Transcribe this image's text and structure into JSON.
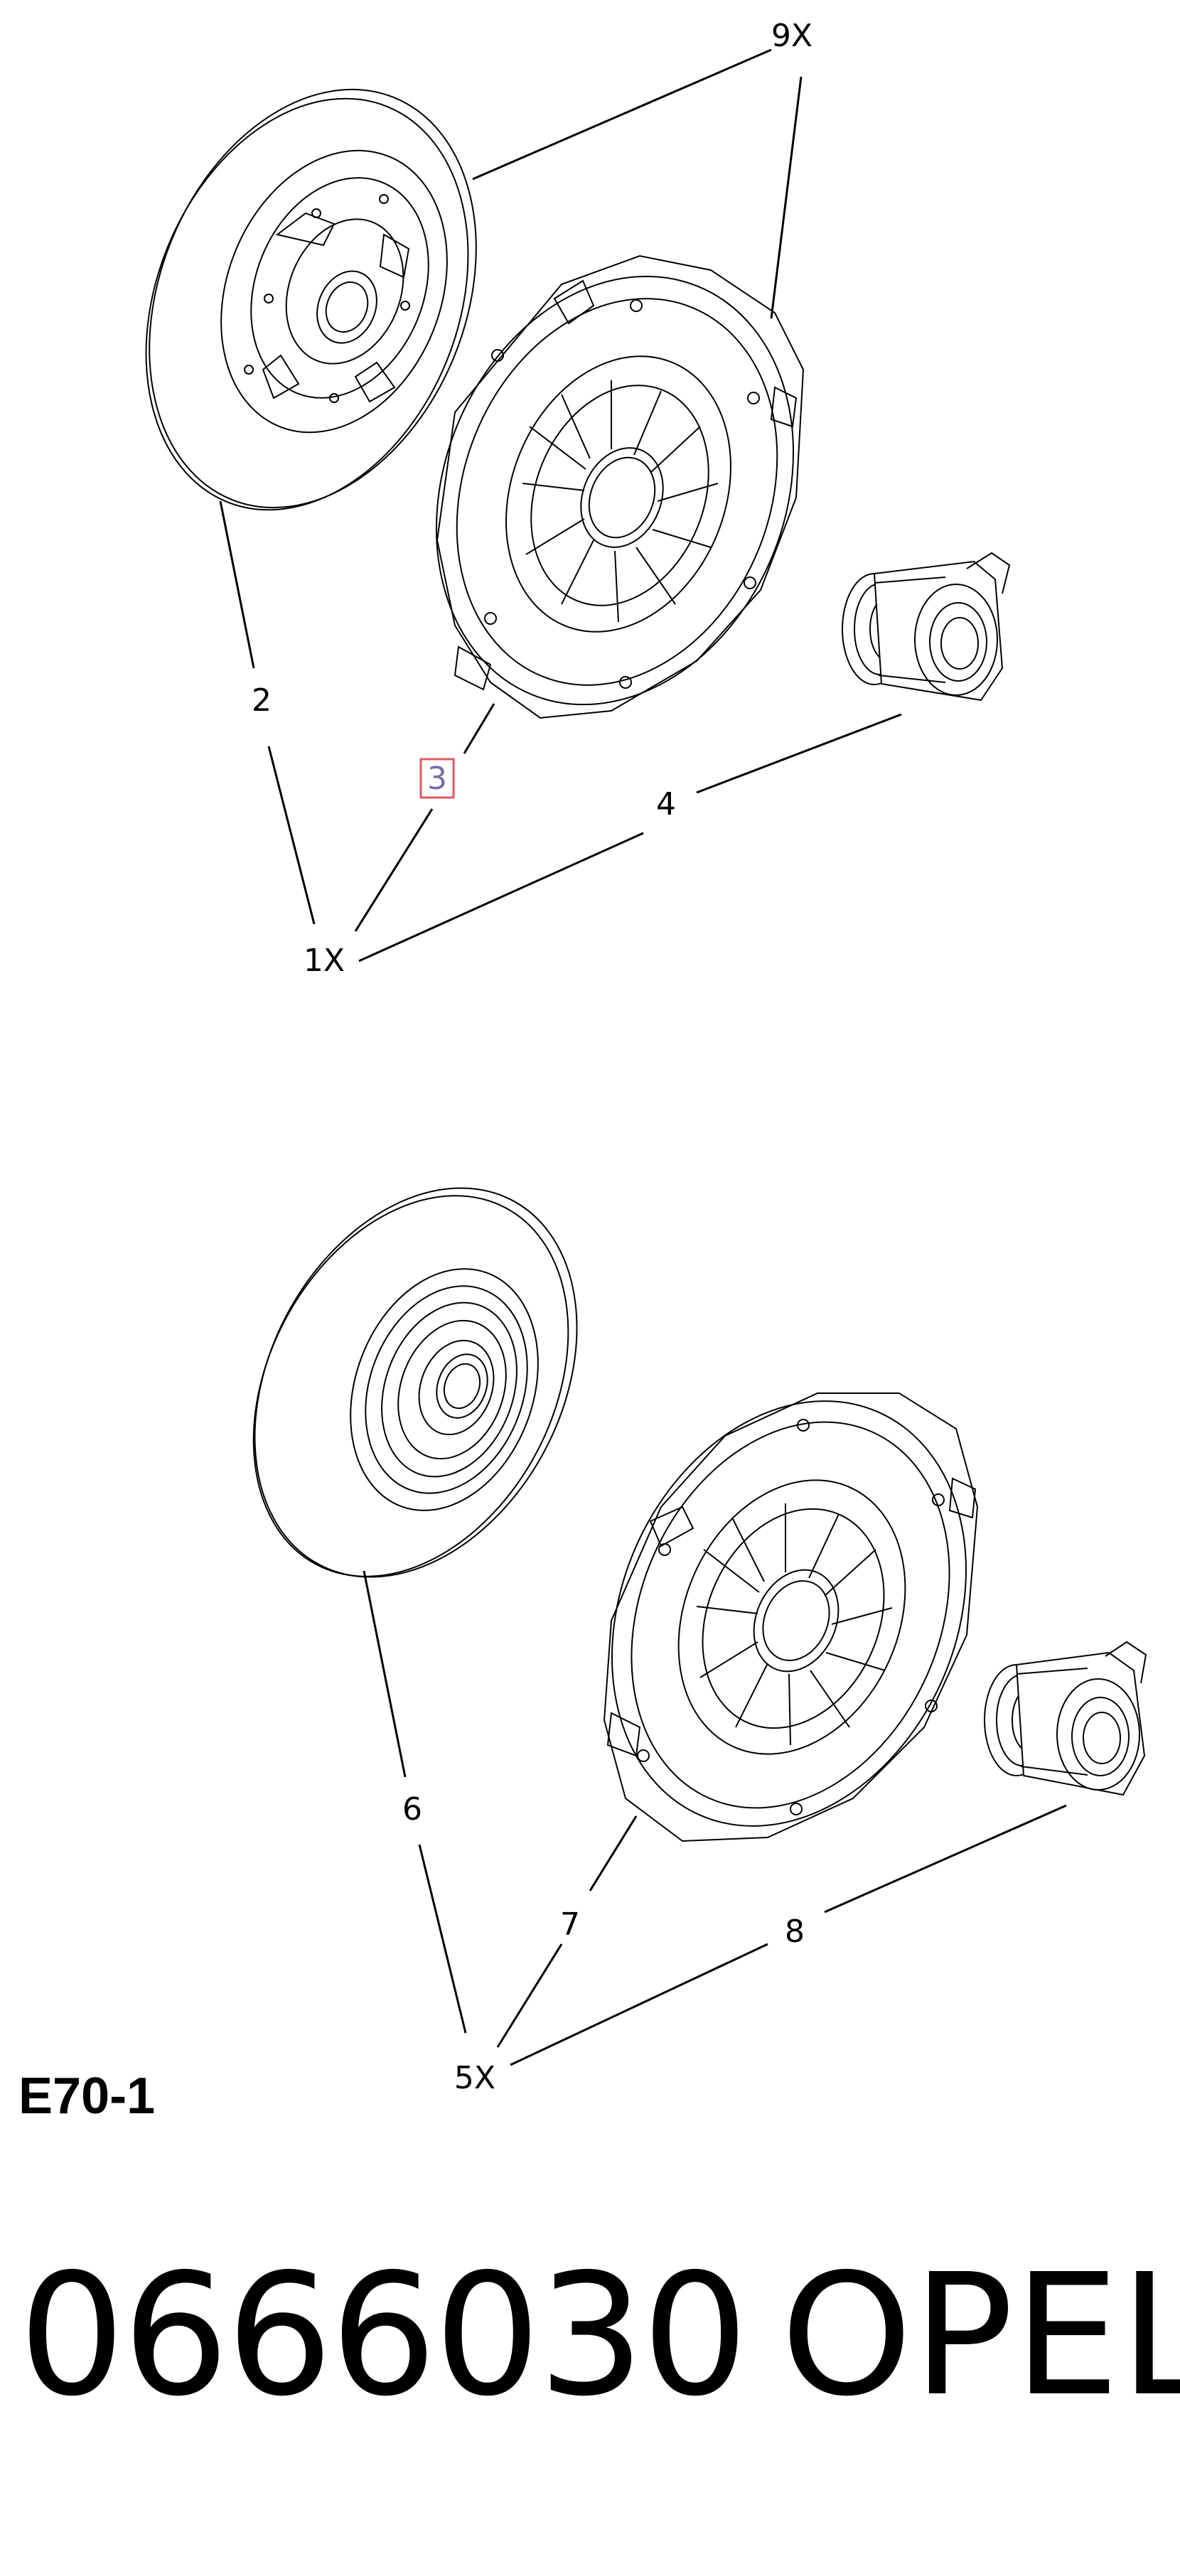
{
  "callouts": {
    "c9x": "9X",
    "c2": "2",
    "c3": "3",
    "c4": "4",
    "c1x": "1X",
    "c6": "6",
    "c7": "7",
    "c8": "8",
    "c5x": "5X"
  },
  "reference_code": "E70-1",
  "part_number": "0666030",
  "brand": "OPEL",
  "colors": {
    "lines": "#000000",
    "highlight_box": "#e05a66",
    "background": "#ffffff"
  }
}
